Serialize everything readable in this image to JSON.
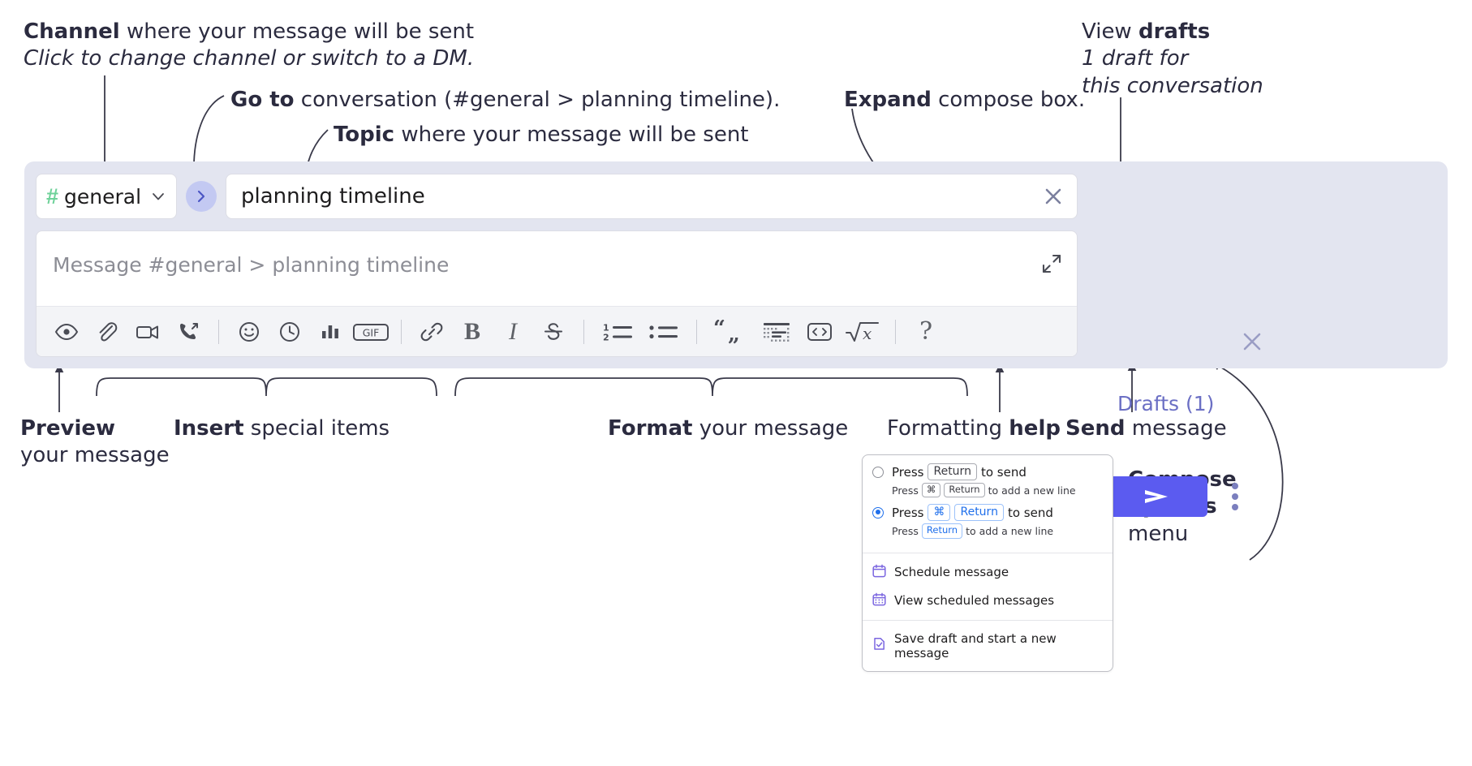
{
  "annotations": {
    "channel": {
      "line1_bold": "Channel",
      "line1_rest": " where your message will be sent",
      "line2_italic": "Click to change channel or switch to a DM."
    },
    "goto": {
      "bold": "Go to",
      "rest": " conversation (#general > planning timeline)."
    },
    "topic": {
      "bold": "Topic",
      "rest": " where your message will be sent"
    },
    "expand": {
      "bold": "Expand",
      "rest": " compose box."
    },
    "drafts": {
      "line1_plain": "View ",
      "line1_bold": "drafts",
      "line2_italic": "1 draft for",
      "line3_italic": "this conversation"
    },
    "preview": {
      "bold": "Preview",
      "line2": "your message"
    },
    "insert": {
      "bold": "Insert",
      "rest": " special items"
    },
    "format": {
      "bold": "Format",
      "rest": " your message"
    },
    "formatting_help": {
      "plain": "Formatting ",
      "bold": "help"
    },
    "send": {
      "bold": "Send",
      "rest": " message"
    },
    "compose_options": {
      "bold_line1": "Compose",
      "bold_line2": "options",
      "plain_line3": "menu"
    }
  },
  "compose": {
    "channel_hash": "#",
    "channel_name": "general",
    "topic_value": "planning timeline",
    "message_placeholder": "Message #general > planning timeline",
    "drafts_label": "Drafts (1)",
    "toolbar": [
      {
        "name": "preview-icon",
        "title": "Preview"
      },
      {
        "name": "attachment-icon",
        "title": "Attach file"
      },
      {
        "name": "video-icon",
        "title": "Record video clip"
      },
      {
        "name": "audio-call-icon",
        "title": "Record audio clip"
      },
      {
        "name": "separator",
        "title": ""
      },
      {
        "name": "emoji-icon",
        "title": "Emoji"
      },
      {
        "name": "clock-icon",
        "title": "Reminder"
      },
      {
        "name": "poll-icon",
        "title": "Poll"
      },
      {
        "name": "gif-icon",
        "title": "GIF",
        "label": "GIF"
      },
      {
        "name": "separator",
        "title": ""
      },
      {
        "name": "link-icon",
        "title": "Link"
      },
      {
        "name": "bold-icon",
        "title": "Bold",
        "label": "B"
      },
      {
        "name": "italic-icon",
        "title": "Italic",
        "label": "I"
      },
      {
        "name": "strikethrough-icon",
        "title": "Strikethrough",
        "label": "S"
      },
      {
        "name": "separator",
        "title": ""
      },
      {
        "name": "ordered-list-icon",
        "title": "Ordered list"
      },
      {
        "name": "bulleted-list-icon",
        "title": "Bulleted list"
      },
      {
        "name": "separator",
        "title": ""
      },
      {
        "name": "blockquote-icon",
        "title": "Blockquote"
      },
      {
        "name": "code-block-icon",
        "title": "Code block"
      },
      {
        "name": "code-icon",
        "title": "Code"
      },
      {
        "name": "math-icon",
        "title": "Math",
        "label": "x"
      },
      {
        "name": "separator",
        "title": ""
      },
      {
        "name": "help-icon",
        "title": "Formatting help",
        "label": "?"
      }
    ]
  },
  "options_menu": {
    "radio_options": [
      {
        "selected": false,
        "press": "Press",
        "keys": [
          "Return"
        ],
        "action": "to send",
        "sub_press": "Press",
        "sub_keys": [
          "⌘",
          "Return"
        ],
        "sub_action": "to add a new line"
      },
      {
        "selected": true,
        "press": "Press",
        "keys": [
          "⌘",
          "Return"
        ],
        "action": "to send",
        "sub_press": "Press",
        "sub_keys": [
          "Return"
        ],
        "sub_action": "to add a new line"
      }
    ],
    "items": [
      {
        "icon": "calendar-icon",
        "label": "Schedule message"
      },
      {
        "icon": "calendar-grid-icon",
        "label": "View scheduled messages"
      },
      {
        "icon": "save-draft-icon",
        "label": "Save draft and start a new message"
      }
    ]
  },
  "colors": {
    "panel_bg": "#e3e5f0",
    "send_button": "#5b5bf0",
    "hash_green": "#6fd29a",
    "drafts_purple": "#6b6fc4",
    "goto_circle": "#c3c9f2",
    "radio_blue": "#1f6feb"
  }
}
